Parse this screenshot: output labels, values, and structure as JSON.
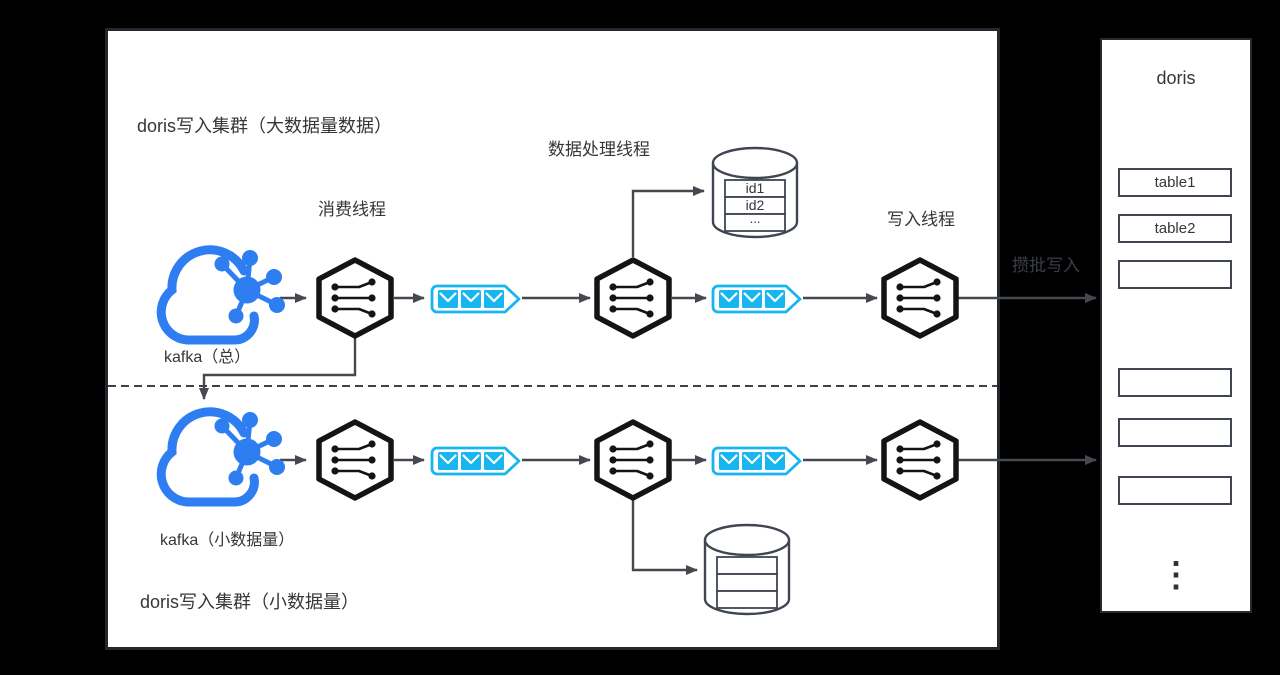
{
  "colors": {
    "background": "#000000",
    "kafka_blue": "#2e7ef2",
    "queue_cyan": "#18b6f0",
    "node_black": "#141414",
    "arrow_gray": "#45484e",
    "db_stroke": "#3f4652",
    "text_dark": "#363636"
  },
  "main_cluster": {
    "title_top": "doris写入集群（大数据量数据）",
    "title_bottom": "doris写入集群（小数据量）",
    "labels": {
      "consumer_thread": "消费线程",
      "processing_thread": "数据处理线程",
      "write_thread": "写入线程",
      "kafka_main": "kafka（总）",
      "kafka_small": "kafka（小数据量）"
    },
    "id_table_rows": [
      "id1",
      "id2",
      "..."
    ]
  },
  "batch_write_label": "攒批写入",
  "doris_panel": {
    "title": "doris",
    "tables": [
      {
        "label": "table1"
      },
      {
        "label": "table2"
      },
      {
        "label": ""
      },
      {
        "label": ""
      },
      {
        "label": ""
      },
      {
        "label": ""
      }
    ],
    "more_indicator": "⋮"
  }
}
